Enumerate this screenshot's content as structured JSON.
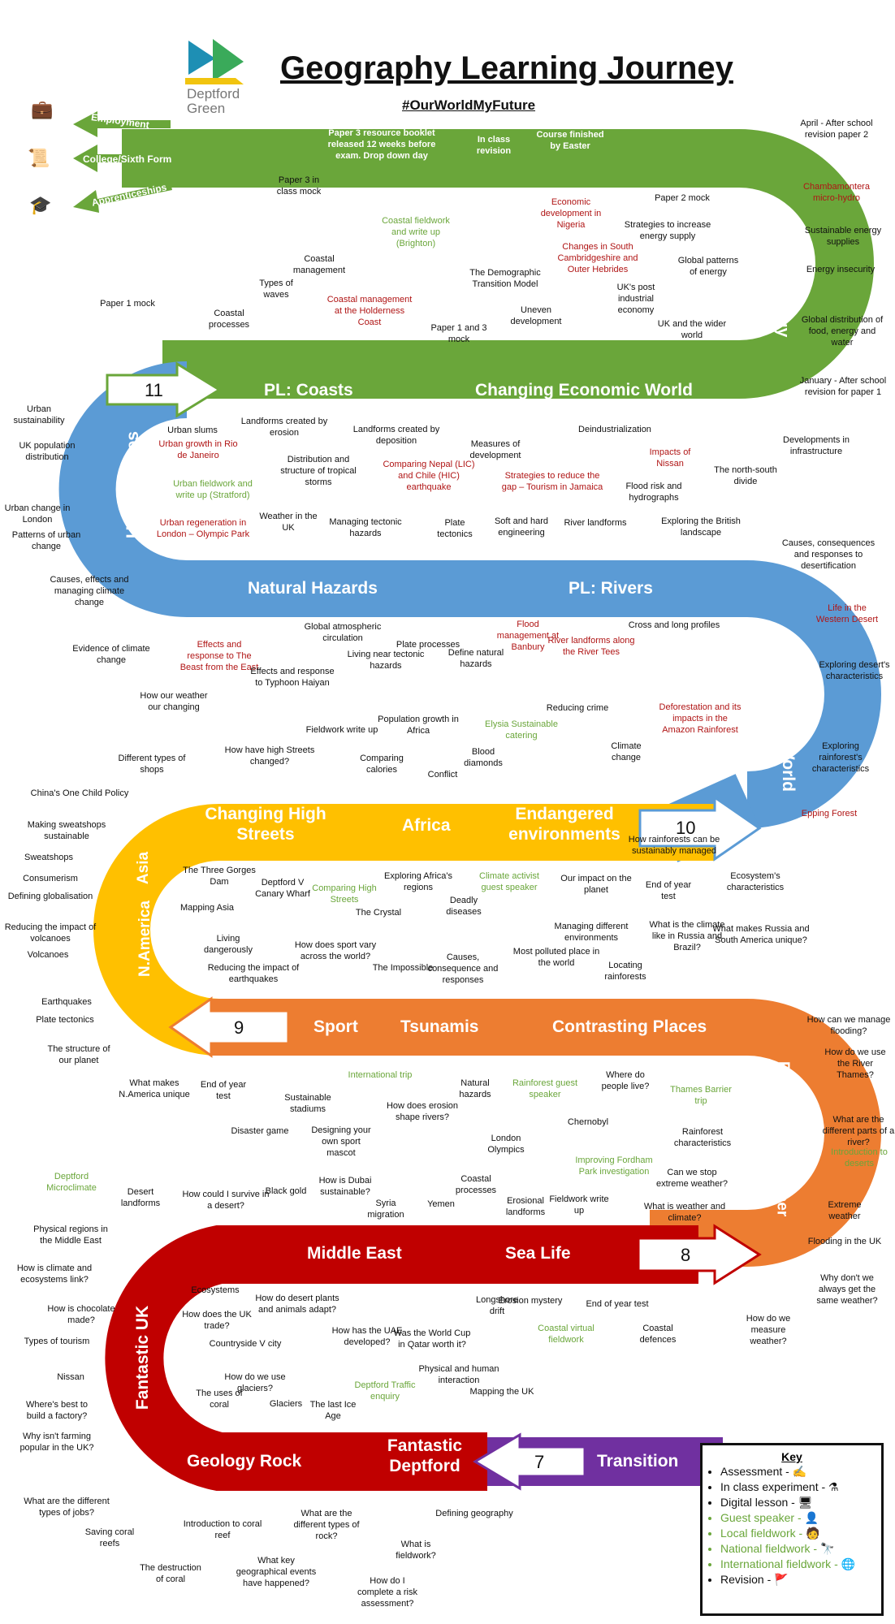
{
  "header": {
    "logo_line1": "Deptford",
    "logo_line2": "Green",
    "title": "Geography Learning Journey",
    "hashtag": "#OurWorldMyFuture"
  },
  "exits": [
    "Employment",
    "College/Sixth Form",
    "Apprenticeships"
  ],
  "year_numbers": [
    "11",
    "10",
    "9",
    "8",
    "7"
  ],
  "bands": {
    "coasts": "PL: Coasts",
    "econ": "Changing Economic World",
    "energy": "RM: Energy",
    "urban": "Urban Issues",
    "nathaz": "Natural Hazards",
    "rivers_pl": "PL: Rivers",
    "living": "The Living World",
    "streets": "Changing High Streets",
    "africa": "Africa",
    "endangered": "Endangered environments",
    "asia": "Asia",
    "namerica": "N.America",
    "sport": "Sport",
    "tsunamis": "Tsunamis",
    "contrasting": "Contrasting Places",
    "rivers": "Rivers",
    "weather": "Weather",
    "middleeast": "Middle East",
    "sealife": "Sea Life",
    "fantasticuk": "Fantastic UK",
    "geology": "Geology Rock",
    "deptford": "Fantastic Deptford",
    "transition": "Transition"
  },
  "labels": [
    "Paper 3 resource booklet released 12 weeks before exam. Drop down day",
    "In class revision",
    "Course finished by Easter",
    "April - After school revision paper 2",
    "Chambamontera micro-hydro",
    "Paper 3 in class mock",
    "Coastal fieldwork and write up (Brighton)",
    "Economic development in Nigeria",
    "Paper 2 mock",
    "Strategies to increase energy supply",
    "Sustainable energy supplies",
    "Coastal management",
    "Types of waves",
    "Coastal management at the Holderness Coast",
    "The Demographic Transition Model",
    "Changes in South Cambridgeshire and Outer Hebrides",
    "Global patterns of energy",
    "Energy insecurity",
    "Paper 1 mock",
    "Coastal processes",
    "Paper 1 and 3 mock",
    "Uneven development",
    "UK's post industrial economy",
    "UK and the wider world",
    "Global distribution of food, energy and water",
    "January - After school revision for paper 1",
    "Urban sustainability",
    "Urban slums",
    "Urban growth in Rio de Janeiro",
    "Landforms created by erosion",
    "Landforms created by deposition",
    "Measures of development",
    "Deindustrialization",
    "Developments in infrastructure",
    "UK population distribution",
    "Urban fieldwork and write up (Stratford)",
    "Distribution and structure of tropical storms",
    "Comparing Nepal (LIC) and Chile (HIC) earthquake",
    "Strategies to reduce the gap – Tourism in Jamaica",
    "Impacts of Nissan",
    "The north-south divide",
    "Urban change in London",
    "Urban regeneration in London – Olympic Park",
    "Weather in the UK",
    "Managing tectonic hazards",
    "Plate tectonics",
    "Soft and hard engineering",
    "River landforms",
    "Flood risk and hydrographs",
    "Exploring the British landscape",
    "Patterns of urban change",
    "Causes, consequences and responses to desertification",
    "Causes, effects and managing climate change",
    "Global atmospheric circulation",
    "Flood management at Banbury",
    "Cross and long profiles",
    "Life in the Western Desert",
    "Evidence of climate change",
    "Effects and response to The Beast from the East",
    "Effects and response to Typhoon Haiyan",
    "Living near tectonic hazards",
    "Plate processes",
    "Define natural hazards",
    "River landforms along the River Tees",
    "Exploring desert's characteristics",
    "How our weather our changing",
    "Reducing crime",
    "Deforestation and its impacts in the Amazon Rainforest",
    "Different types of shops",
    "How have high Streets changed?",
    "Fieldwork write up",
    "Population growth in Africa",
    "Elysia Sustainable catering",
    "Exploring rainforest's characteristics",
    "Comparing calories",
    "Conflict",
    "Blood diamonds",
    "Climate change",
    "Epping Forest",
    "China's One Child Policy",
    "Making sweatshops sustainable",
    "How rainforests can be sustainably managed",
    "Sweatshops",
    "The Three Gorges Dam",
    "Deptford V Canary Wharf",
    "Exploring Africa's regions",
    "Our impact on the planet",
    "End of year test",
    "Ecosystem's characteristics",
    "Consumerism",
    "Comparing High Streets",
    "Climate activist guest speaker",
    "Defining globalisation",
    "Mapping Asia",
    "The Crystal",
    "Deadly diseases",
    "What is the climate like in Russia and Brazil?",
    "What makes Russia and South America unique?",
    "Reducing the impact of volcanoes",
    "Living dangerously",
    "How does sport vary across the world?",
    "Causes, consequence and responses",
    "Managing different environments",
    "Volcanoes",
    "Reducing the impact of earthquakes",
    "The Impossible",
    "Most polluted place in the world",
    "Locating rainforests",
    "Earthquakes",
    "How can we manage flooding?",
    "Plate tectonics",
    "How do we use the River Thames?",
    "The structure of our planet",
    "International trip",
    "Natural hazards",
    "Rainforest guest speaker",
    "Where do people live?",
    "Thames Barrier trip",
    "What makes N.America unique",
    "End of year test",
    "Sustainable stadiums",
    "How does erosion shape rivers?",
    "Disaster game",
    "Designing your own sport mascot",
    "London Olympics",
    "Chernobyl",
    "Rainforest characteristics",
    "What are the different parts of a river?",
    "Deptford Microclimate",
    "Introduction to deserts",
    "Improving Fordham Park investigation",
    "Can we stop extreme weather?",
    "Desert landforms",
    "How could I survive in a desert?",
    "Black gold",
    "How is Dubai sustainable?",
    "Coastal processes",
    "Syria migration",
    "Yemen",
    "Erosional landforms",
    "Fieldwork write up",
    "What is weather and climate?",
    "Extreme weather",
    "Physical regions in the Middle East",
    "Flooding in the UK",
    "How is climate and ecosystems link?",
    "Ecosystems",
    "How do desert plants and animals adapt?",
    "Why don't we always get the same weather?",
    "How does the UK trade?",
    "How is chocolate made?",
    "How has the UAE developed?",
    "Was the World Cup in Qatar worth it?",
    "Longshore drift",
    "Erosion mystery",
    "End of year test",
    "Coastal defences",
    "How do we measure weather?",
    "Types of tourism",
    "Countryside V city",
    "Coastal virtual fieldwork",
    "How do we use glaciers?",
    "Physical and human interaction",
    "Nissan",
    "The uses of coral",
    "Glaciers",
    "The last Ice Age",
    "Deptford Traffic enquiry",
    "Mapping the UK",
    "Where's best to build a factory?",
    "Why isn't farming popular in the UK?",
    "What are the different types of jobs?",
    "Defining geography",
    "Introduction to coral reef",
    "What are the different types of rock?",
    "Saving coral reefs",
    "What is fieldwork?",
    "The destruction of coral",
    "What key geographical events have happened?",
    "How do I complete a risk assessment?"
  ],
  "key": {
    "title": "Key",
    "items": [
      "Assessment -",
      "In class experiment -",
      "Digital lesson -",
      "Guest speaker -",
      "Local fieldwork -",
      "National fieldwork -",
      "International fieldwork -",
      "Revision -"
    ]
  },
  "colors": {
    "green": "#6aa63a",
    "blue": "#5b9bd5",
    "yellow": "#ffc000",
    "orange": "#ed7d31",
    "red": "#c00000",
    "purple": "#7030a0"
  }
}
